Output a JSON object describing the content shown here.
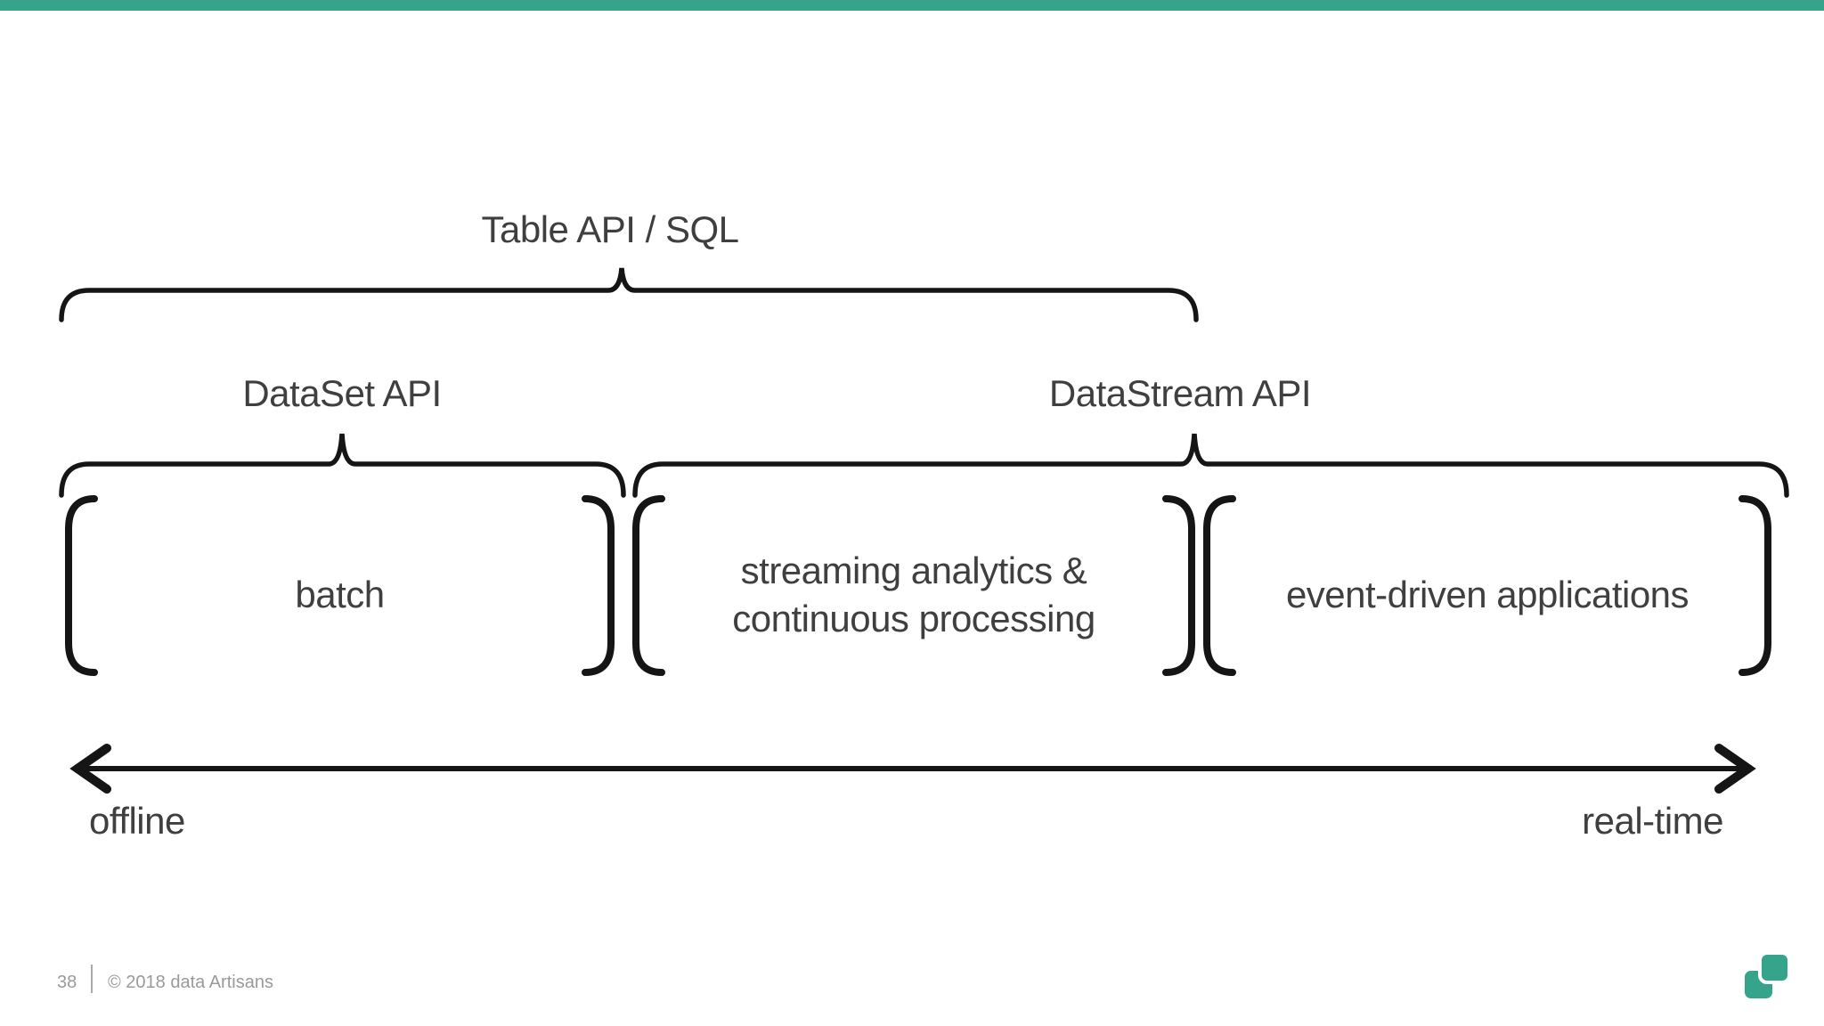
{
  "slide": {
    "title": "Table API / SQL",
    "apis": {
      "dataset": "DataSet API",
      "datastream": "DataStream API"
    },
    "boxes": [
      {
        "lines": [
          "batch"
        ]
      },
      {
        "lines": [
          "streaming analytics &",
          "continuous processing"
        ]
      },
      {
        "lines": [
          "event-driven applications"
        ]
      }
    ],
    "axis": {
      "left_label": "offline",
      "right_label": "real-time"
    },
    "footer": {
      "page": "38",
      "copyright": "© 2018 data Artisans"
    },
    "logo_icon": "data-artisans-logo",
    "colors": {
      "accent": "#35a48b",
      "text": "#3f3f3f",
      "stroke": "#151515",
      "muted": "#9a9a9a"
    }
  }
}
